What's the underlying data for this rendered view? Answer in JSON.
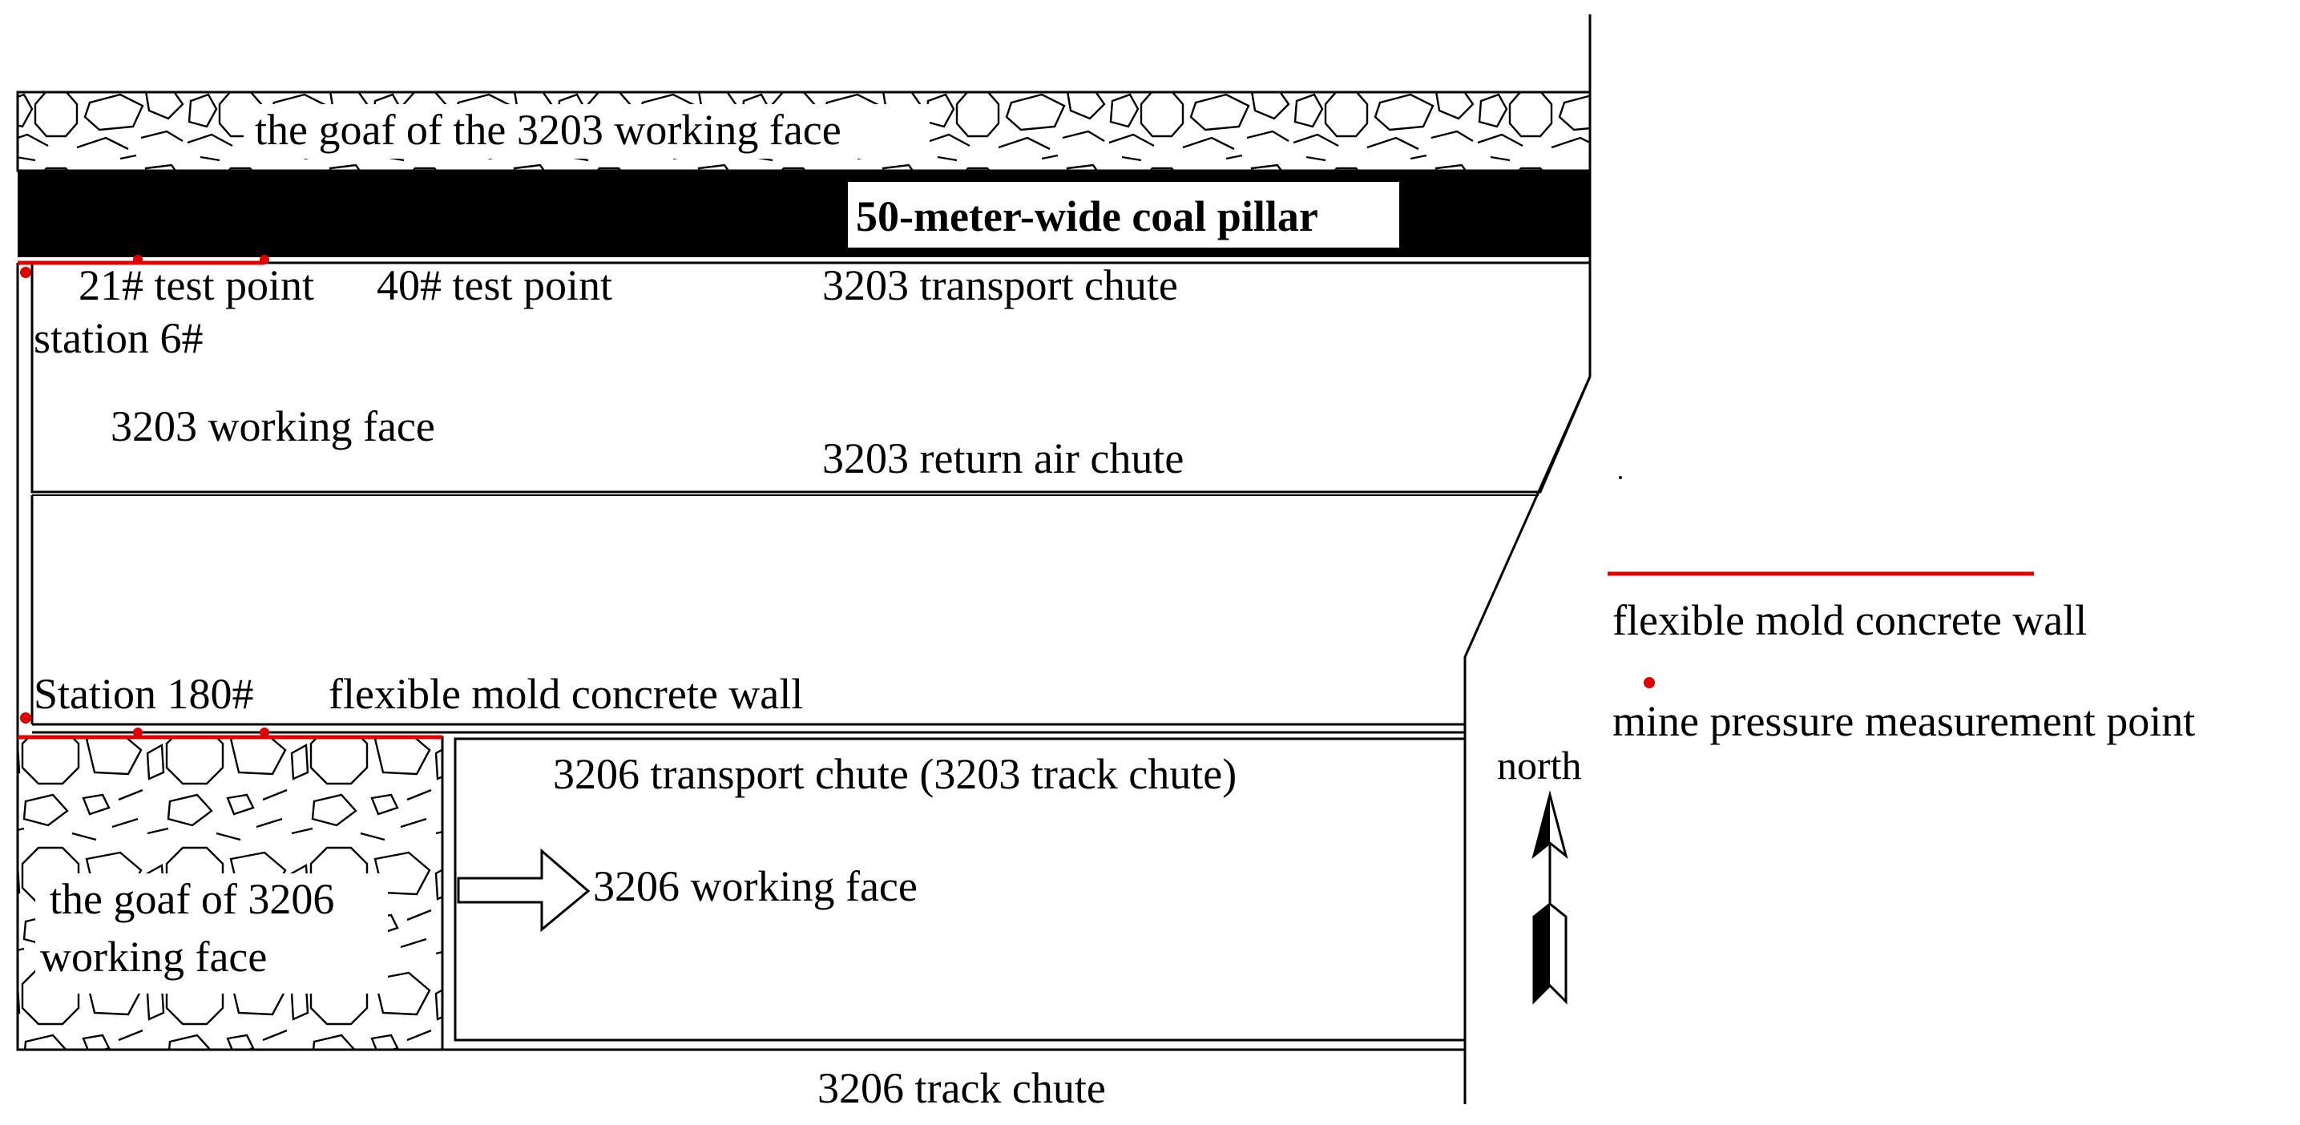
{
  "colors": {
    "line": "#000000",
    "coal_pillar_fill": "#000000",
    "background": "#ffffff",
    "concrete_wall": "#e00000",
    "measurement_point": "#e00000"
  },
  "areas": {
    "goaf_3203": "the goaf of the 3203 working face",
    "coal_pillar": "50-meter-wide coal pillar",
    "transport_chute_3203": "3203 transport chute",
    "working_face_3203": "3203 working face",
    "return_air_chute_3203": "3203 return air chute",
    "transport_chute_3206": "3206 transport chute (3203 track chute)",
    "working_face_3206": "3206 working face",
    "goaf_3206_line1": "the goaf of 3206",
    "goaf_3206_line2": "working face",
    "track_chute_3206": "3206 track chute"
  },
  "points": {
    "test_point_21": "21# test point",
    "test_point_40": "40# test point",
    "station_6": "station 6#",
    "station_180": "Station 180#"
  },
  "annotations": {
    "wall_label": "flexible mold concrete wall",
    "north": "north"
  },
  "legend": {
    "concrete_wall": "flexible mold concrete wall",
    "measurement_point": "mine pressure measurement point"
  }
}
